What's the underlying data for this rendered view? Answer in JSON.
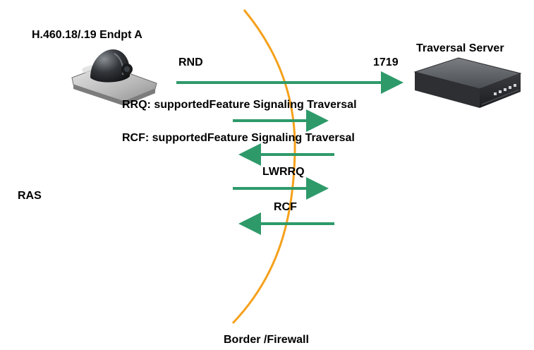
{
  "labels": {
    "endpoint_a": "H.460.18/.19 Endpt A",
    "traversal_server": "Traversal Server",
    "rnd": "RND",
    "port": "1719",
    "rrq": "RRQ: supportedFeature Signaling Traversal",
    "rcf_long": "RCF: supportedFeature Signaling Traversal",
    "lwrrq": "LWRRQ",
    "rcf": "RCF",
    "ras": "RAS",
    "border": "Border /Firewall"
  },
  "colors": {
    "arrow": "#2e9a6a",
    "firewall": "#f5a11b",
    "text": "#000000"
  },
  "icons": {
    "endpoint_device": "video-conferencing-camera-icon",
    "server_device": "rack-server-appliance-icon"
  }
}
